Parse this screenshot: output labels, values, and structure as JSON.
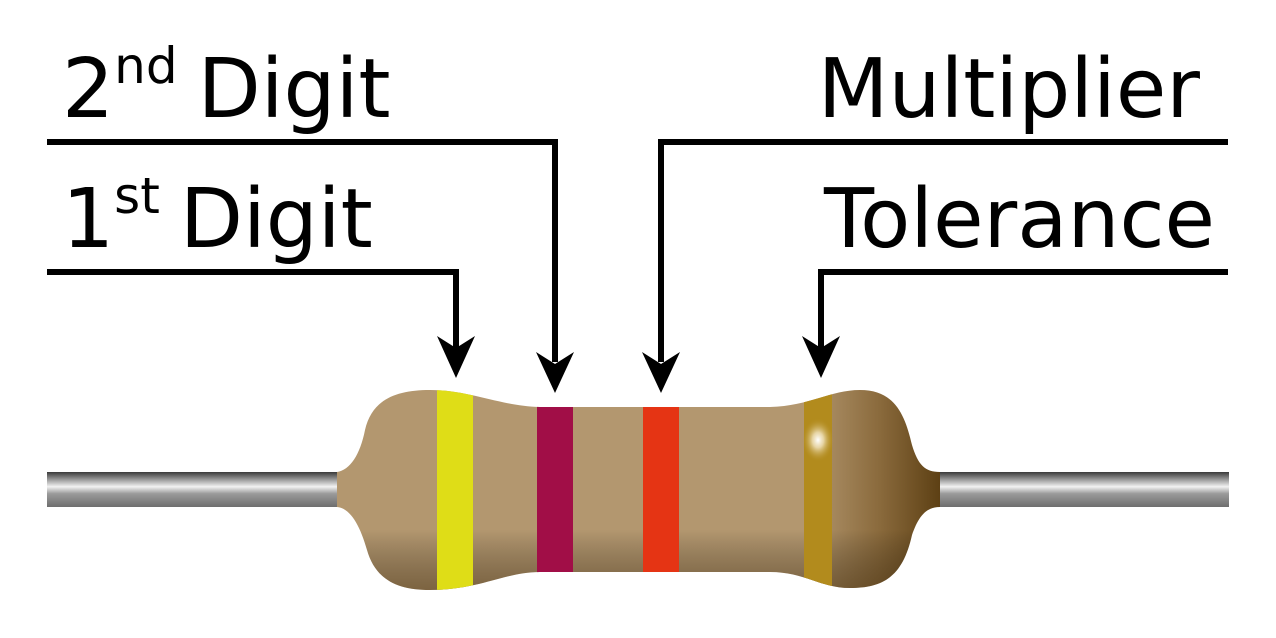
{
  "labels": {
    "second_digit": {
      "number": "2",
      "suffix": "nd",
      "word": "Digit"
    },
    "first_digit": {
      "number": "1",
      "suffix": "st",
      "word": "Digit"
    },
    "multiplier": "Multiplier",
    "tolerance": "Tolerance"
  },
  "colors": {
    "band_first_digit": "#dfdd17",
    "band_second_digit": "#a10e47",
    "band_multiplier": "#e53414",
    "band_tolerance": "#b28b1d",
    "body": "#b3976f",
    "body_shadow": "#6a4a1c",
    "lead": "#8a8a8a",
    "lead_dark": "#555555",
    "line": "#000000"
  }
}
